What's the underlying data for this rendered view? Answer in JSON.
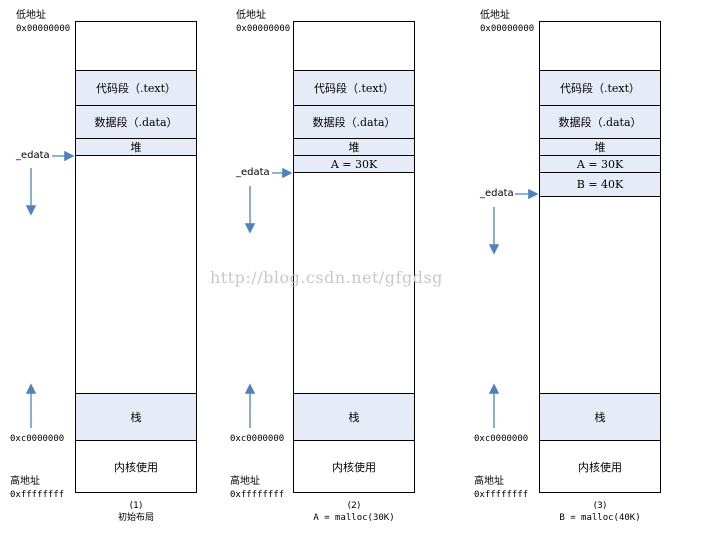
{
  "labels": {
    "low_addr": "低地址",
    "low_hex": "0x00000000",
    "high_addr": "高地址",
    "high_hex": "0xffffffff",
    "kernel_start": "0xc0000000",
    "edata": "_edata"
  },
  "segments": {
    "text": "代码段（.text）",
    "data": "数据段（.data）",
    "heap": "堆",
    "stack": "栈",
    "kernel": "内核使用",
    "a_block": "A = 30K",
    "b_block": "B = 40K"
  },
  "captions": [
    {
      "num": "(1)",
      "desc": "初始布局"
    },
    {
      "num": "(2)",
      "desc": "A = malloc(30K)"
    },
    {
      "num": "(3)",
      "desc": "B = malloc(40K)"
    }
  ],
  "watermark": "http://blog.csdn.net/gfgdsg",
  "colors": {
    "arrow": "#4f81bd",
    "shade": "#e6ecf7"
  }
}
